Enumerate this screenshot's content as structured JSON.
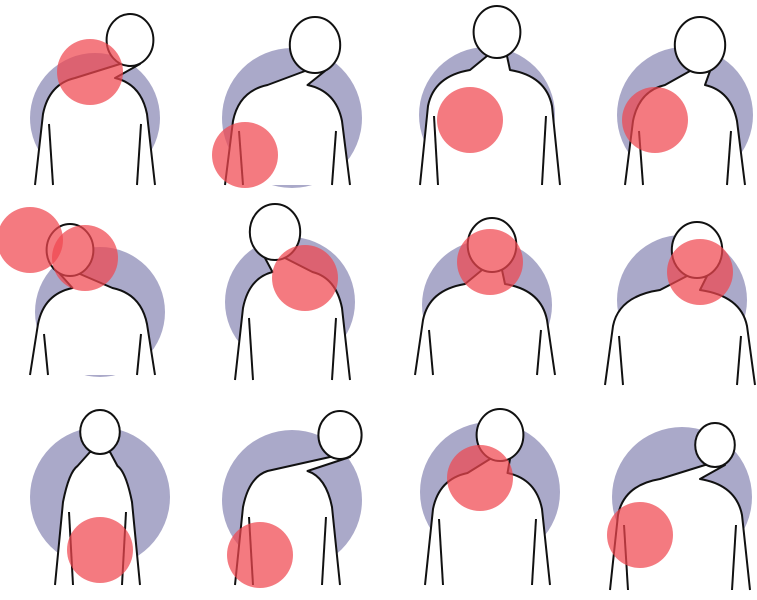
{
  "colors": {
    "background": "#ffffff",
    "backdrop_circle": "#aaa9c9",
    "pain_area": "#f0474f",
    "outline": "#111111",
    "figure_fill": "#ffffff"
  },
  "panels": [
    {
      "id": "neck-front",
      "pain_areas": 1
    },
    {
      "id": "elbow",
      "pain_areas": 1
    },
    {
      "id": "chest",
      "pain_areas": 1
    },
    {
      "id": "shoulder-front",
      "pain_areas": 1
    },
    {
      "id": "head-neck-side",
      "pain_areas": 2
    },
    {
      "id": "shoulder-back",
      "pain_areas": 1
    },
    {
      "id": "jaw-ear",
      "pain_areas": 1
    },
    {
      "id": "jaw-face",
      "pain_areas": 1
    },
    {
      "id": "lower-back-hips",
      "pain_areas": 1
    },
    {
      "id": "hip-side",
      "pain_areas": 1
    },
    {
      "id": "upper-back",
      "pain_areas": 1
    },
    {
      "id": "lower-back-side",
      "pain_areas": 1
    }
  ]
}
